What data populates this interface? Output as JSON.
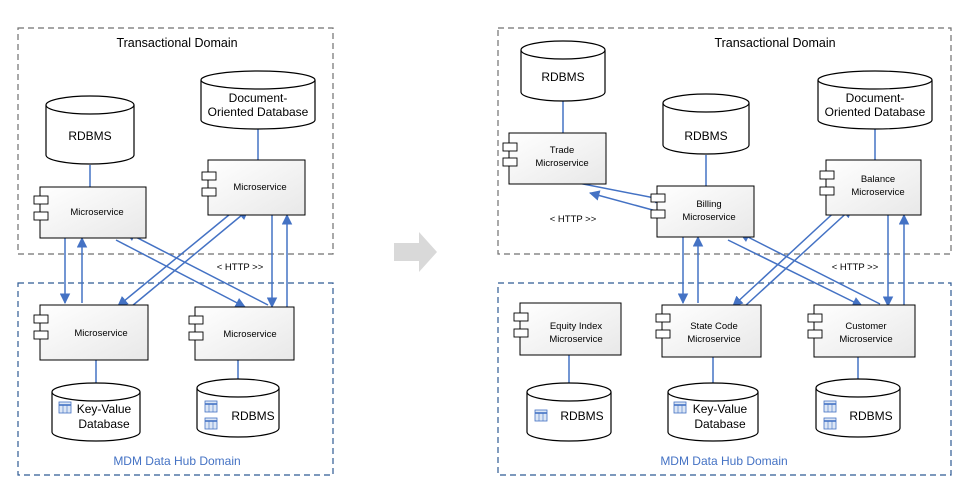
{
  "colors": {
    "arrow": "#4472c4",
    "hub_border": "#2e5a94",
    "domain_border": "#707070",
    "hub_text": "#4472c4",
    "transition_arrow": "#d9d9d9"
  },
  "left": {
    "transactional_title": "Transactional Domain",
    "hub_title": "MDM Data Hub Domain",
    "http_label": "< HTTP >>",
    "db_rdbms": "RDBMS",
    "db_docdb_line1": "Document-",
    "db_docdb_line2": "Oriented Database",
    "ms_tx1": "Microservice",
    "ms_tx2": "Microservice",
    "ms_hub1": "Microservice",
    "ms_hub2": "Microservice",
    "db_kv_line1": "Key-Value",
    "db_kv_line2": "Database",
    "db_hub_rdbms": "RDBMS"
  },
  "right": {
    "transactional_title": "Transactional Domain",
    "hub_title": "MDM Data Hub Domain",
    "http_label_1": "< HTTP >>",
    "http_label_2": "< HTTP >>",
    "db_rdbms_top": "RDBMS",
    "db_rdbms_mid": "RDBMS",
    "db_docdb_line1": "Document-",
    "db_docdb_line2": "Oriented Database",
    "ms_trade_line1": "Trade",
    "ms_trade_line2": "Microservice",
    "ms_billing_line1": "Billing",
    "ms_billing_line2": "Microservice",
    "ms_balance_line1": "Balance",
    "ms_balance_line2": "Microservice",
    "ms_equity_line1": "Equity Index",
    "ms_equity_line2": "Microservice",
    "ms_state_line1": "State Code",
    "ms_state_line2": "Microservice",
    "ms_customer_line1": "Customer",
    "ms_customer_line2": "Microservice",
    "db_equity_rdbms": "RDBMS",
    "db_kv_line1": "Key-Value",
    "db_kv_line2": "Database",
    "db_customer_rdbms": "RDBMS"
  }
}
